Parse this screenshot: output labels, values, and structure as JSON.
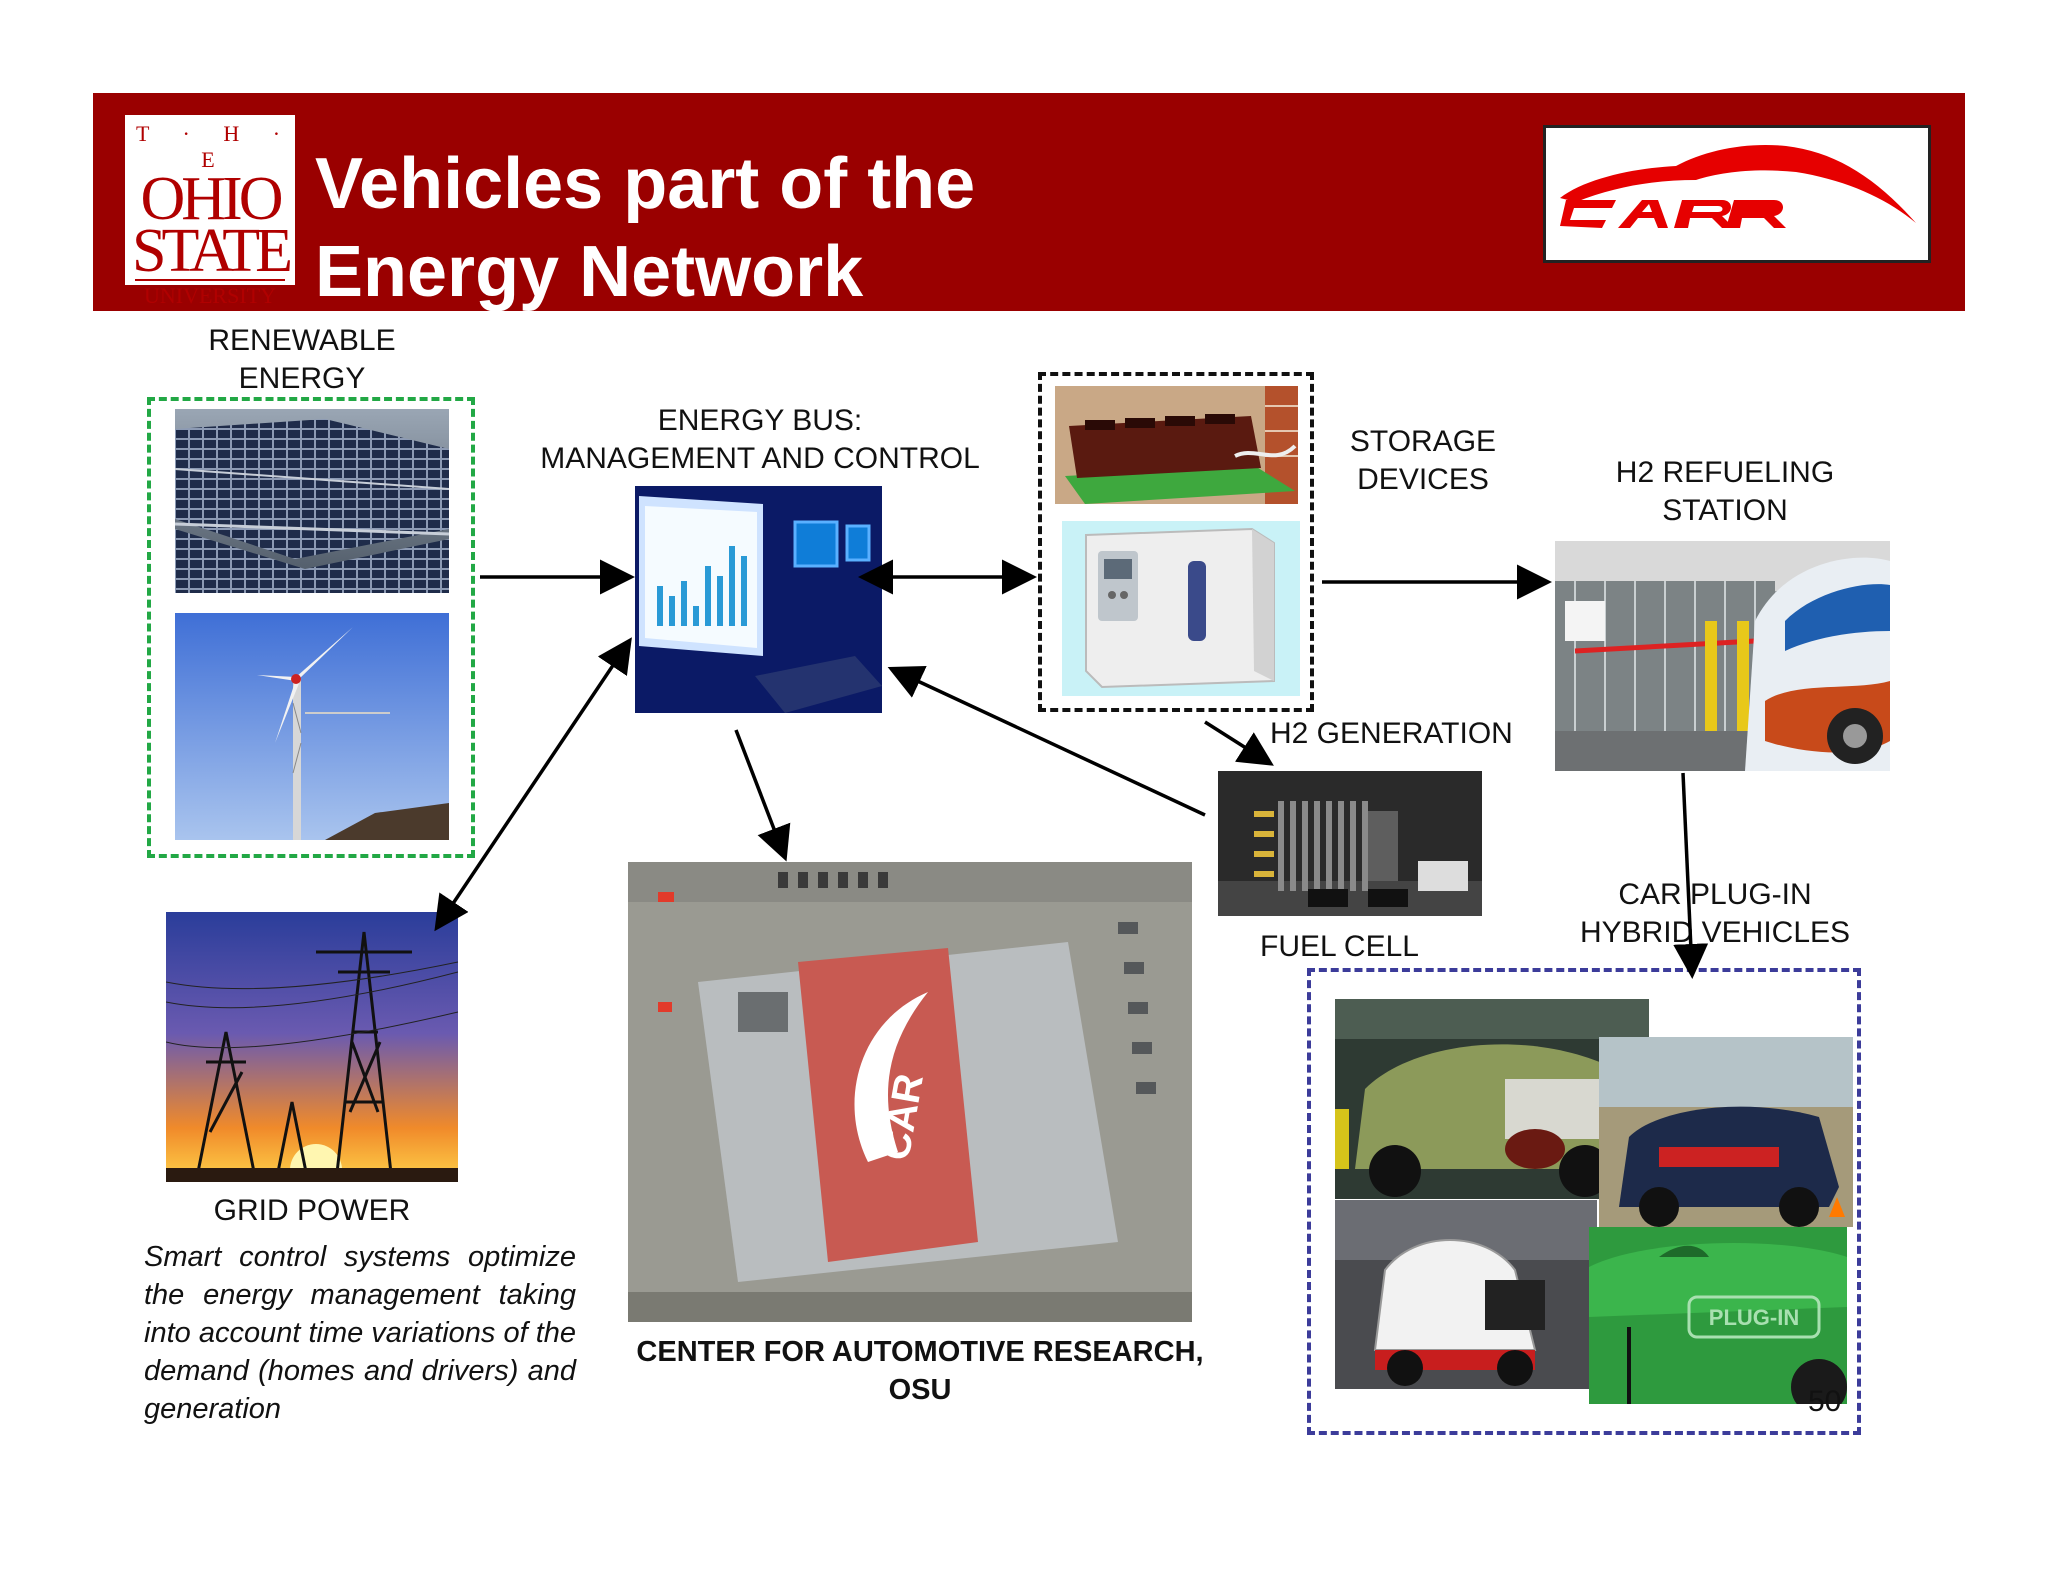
{
  "header": {
    "title_line1": "Vehicles part of the",
    "title_line2": "Energy Network",
    "osu_logo": {
      "the": "T · H · E",
      "ohio": "OHIO",
      "state": "STATE",
      "university": "UNIVERSITY"
    },
    "background_color": "#9a0000",
    "car_logo_icon": "car-silhouette-logo"
  },
  "nodes": {
    "renewable_energy": "RENEWABLE ENERGY",
    "energy_bus_line1": "ENERGY BUS:",
    "energy_bus_line2": "MANAGEMENT AND CONTROL",
    "storage_line1": "STORAGE",
    "storage_line2": "DEVICES",
    "h2_refueling_line1": "H2 REFUELING",
    "h2_refueling_line2": "STATION",
    "h2_generation": "H2 GENERATION",
    "fuel_cell": "FUEL CELL",
    "plugin_line1": "CAR PLUG-IN",
    "plugin_line2": "HYBRID VEHICLES",
    "grid_power": "GRID POWER",
    "center_line1": "CENTER FOR AUTOMOTIVE RESEARCH,",
    "center_line2": "OSU"
  },
  "description": "Smart control systems optimize the energy management taking into account time variations of the demand (homes and drivers) and generation",
  "page_number": "50",
  "plugin_badge": "PLUG-IN",
  "colors": {
    "green_dash": "#22a845",
    "blue_dash": "#3c3c9a",
    "header_red": "#9a0000"
  }
}
